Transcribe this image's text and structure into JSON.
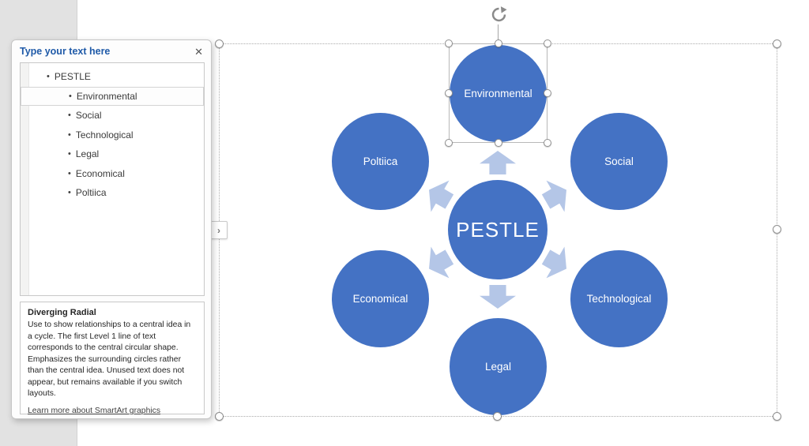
{
  "text_pane": {
    "header": "Type your text here",
    "close_icon": "✕",
    "bullet": "•",
    "items": [
      {
        "label": "PESTLE",
        "level": 1,
        "selected": false
      },
      {
        "label": "Environmental",
        "level": 2,
        "selected": true
      },
      {
        "label": "Social",
        "level": 2,
        "selected": false
      },
      {
        "label": "Technological",
        "level": 2,
        "selected": false
      },
      {
        "label": "Legal",
        "level": 2,
        "selected": false
      },
      {
        "label": "Economical",
        "level": 2,
        "selected": false
      },
      {
        "label": "Poltiica",
        "level": 2,
        "selected": false
      }
    ],
    "layout_info": {
      "title": "Diverging Radial",
      "description": "Use to show relationships to a central idea in a cycle. The first Level 1 line of text corresponds to the central circular shape. Emphasizes the surrounding circles rather than the central idea. Unused text does not appear, but remains available if you switch layouts.",
      "link": "Learn more about SmartArt graphics"
    },
    "collapse_chevron": "›"
  },
  "diagram": {
    "layout_name": "Diverging Radial",
    "center": {
      "label": "PESTLE"
    },
    "nodes": [
      {
        "label": "Environmental",
        "position": "top",
        "selected": true
      },
      {
        "label": "Social",
        "position": "top-right",
        "selected": false
      },
      {
        "label": "Technological",
        "position": "bottom-right",
        "selected": false
      },
      {
        "label": "Legal",
        "position": "bottom",
        "selected": false
      },
      {
        "label": "Economical",
        "position": "bottom-left",
        "selected": false
      },
      {
        "label": "Poltiica",
        "position": "top-left",
        "selected": false
      }
    ],
    "arrow_count": 6
  },
  "colors": {
    "node_fill": "#4472c4",
    "arrow_fill": "#b4c6e7",
    "node_text": "#ffffff",
    "pane_header_text": "#1f5aa8",
    "background_gray": "#e2e2e2",
    "selection_gray": "#8f8f8f"
  }
}
